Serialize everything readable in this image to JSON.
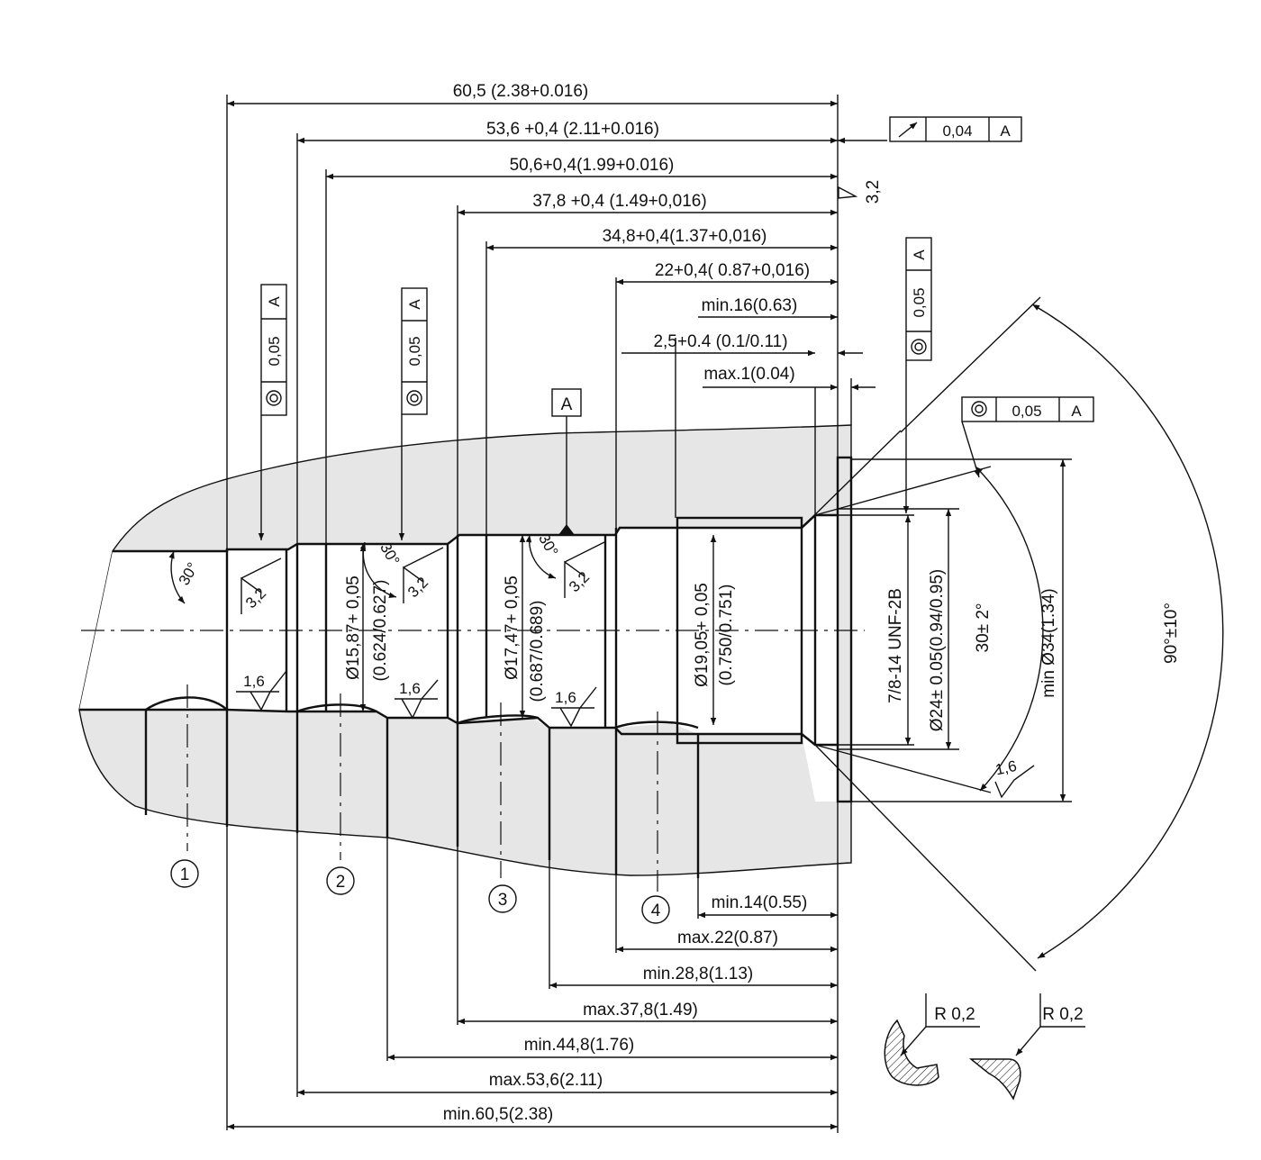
{
  "dimensions_top": [
    "60,5 (2.38+0.016)",
    "53,6 +0,4  (2.11+0.016)",
    "50,6+0,4(1.99+0.016)",
    "37,8 +0,4  (1.49+0,016)",
    "34,8+0,4(1.37+0,016)",
    "22+0,4(  0.87+0,016)",
    "min.16(0.63)",
    "2,5+0.4  (0.1/0.11)",
    "max.1(0.04)"
  ],
  "dimensions_bottom": [
    "min.14(0.55)",
    "max.22(0.87)",
    "min.28,8(1.13)",
    "max.37,8(1.49)",
    "min.44,8(1.76)",
    "max.53,6(2.11)",
    "min.60,5(2.38)"
  ],
  "diameters": {
    "d1": "Ø15,87+ 0,05",
    "d1_inch": "(0.624/0.627)",
    "d2": "Ø17,47+ 0,05",
    "d2_inch": "(0.687/0.689)",
    "d3": "Ø19,05+ 0,05",
    "d3_inch": "(0.750/0.751)",
    "thread": "7/8-14 UNF-2B",
    "d4": "Ø24± 0.05(0.94/0.95)",
    "angle_small": "30± 2°",
    "d5": "min Ø34(1.34)",
    "angle_large": "90°±10°"
  },
  "tolerance_frames": {
    "runout": {
      "value": "0,04",
      "datum": "A"
    },
    "concentric_1": {
      "value": "0,05",
      "datum": "A"
    },
    "concentric_2": {
      "value": "0,05",
      "datum": "A"
    },
    "concentric_3": {
      "value": "0,05",
      "datum": "A"
    },
    "concentric_4": {
      "value": "0,05",
      "datum": "A"
    },
    "datum_label": "A"
  },
  "surface": {
    "r32": "3,2",
    "r16": "1,6"
  },
  "angles": {
    "chamfer": "30°"
  },
  "balloons": [
    "1",
    "2",
    "3",
    "4"
  ],
  "radius_details": {
    "left": "R 0,2",
    "right": "R 0,2"
  }
}
